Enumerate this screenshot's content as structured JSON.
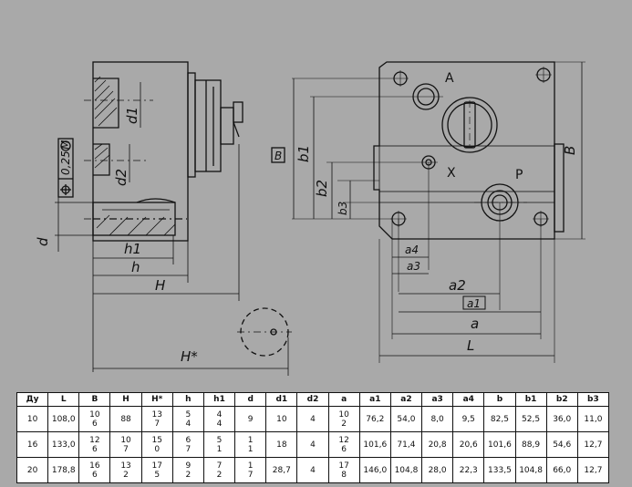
{
  "drawing": {
    "labels": {
      "A": "A",
      "P": "P",
      "X": "X",
      "B_upper": "B",
      "B_boxed": "B",
      "b1": "b1",
      "b2": "b2",
      "b3": "b3",
      "d": "d",
      "d1": "d1",
      "d2": "d2",
      "h": "h",
      "h1": "h1",
      "H": "H",
      "H_star": "H*",
      "a": "a",
      "a1": "a1",
      "a2": "a2",
      "a3": "a3",
      "a4": "a4",
      "L": "L",
      "tolerance": "0,25",
      "tolerance_mark": "M"
    }
  },
  "table": {
    "headers": [
      "Ду",
      "L",
      "B",
      "H",
      "H*",
      "h",
      "h1",
      "d",
      "d1",
      "d2",
      "a",
      "a1",
      "a2",
      "a3",
      "a4",
      "b",
      "b1",
      "b2",
      "b3"
    ],
    "rows": [
      [
        "10",
        "108,0",
        "10\n6",
        "88",
        "13\n7",
        "5\n4",
        "4\n4",
        "9",
        "10",
        "4",
        "10\n2",
        "76,2",
        "54,0",
        "8,0",
        "9,5",
        "82,5",
        "52,5",
        "36,0",
        "11,0"
      ],
      [
        "16",
        "133,0",
        "12\n6",
        "10\n7",
        "15\n0",
        "6\n7",
        "5\n1",
        "1\n1",
        "18",
        "4",
        "12\n6",
        "101,6",
        "71,4",
        "20,8",
        "20,6",
        "101,6",
        "88,9",
        "54,6",
        "12,7"
      ],
      [
        "20",
        "178,8",
        "16\n6",
        "13\n2",
        "17\n5",
        "9\n2",
        "7\n2",
        "1\n7",
        "28,7",
        "4",
        "17\n8",
        "146,0",
        "104,8",
        "28,0",
        "22,3",
        "133,5",
        "104,8",
        "66,0",
        "12,7"
      ]
    ]
  }
}
